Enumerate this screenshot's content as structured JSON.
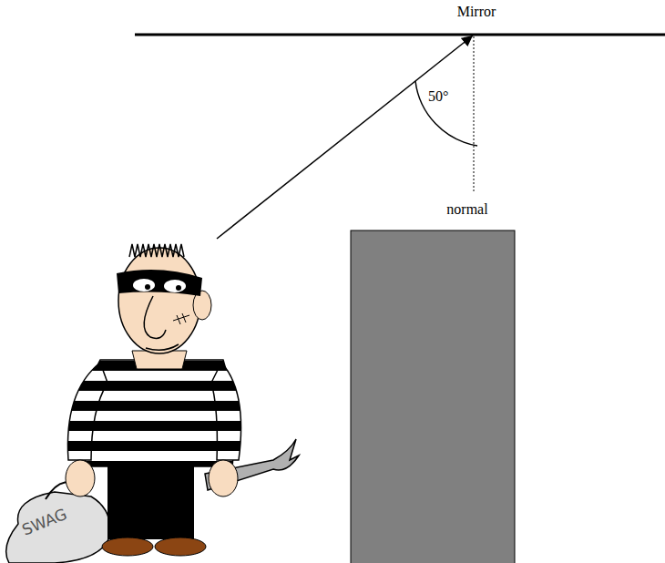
{
  "diagram": {
    "labels": [
      "Mirror",
      "50°",
      "normal",
      "SWAG"
    ]
  }
}
